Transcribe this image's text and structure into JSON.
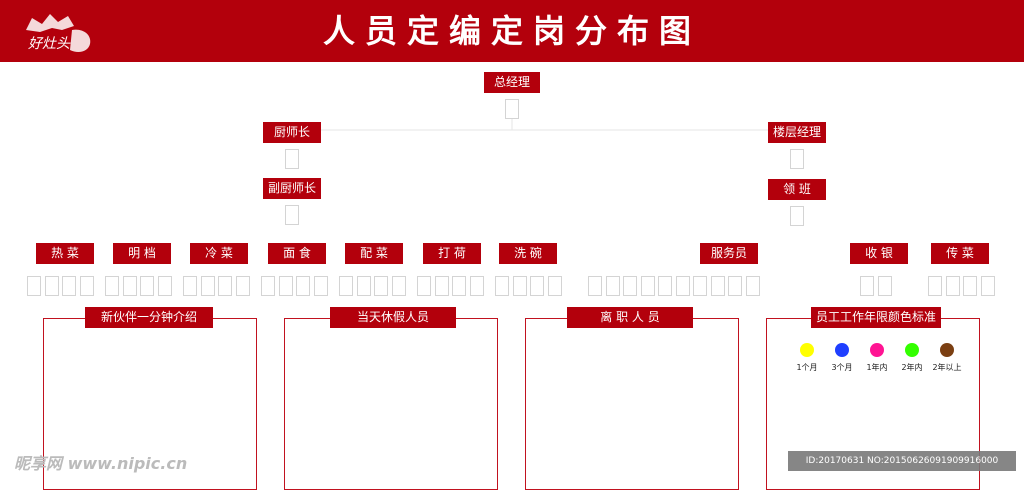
{
  "header": {
    "title": "人员定编定岗分布图",
    "logo_text": "好灶头"
  },
  "colors": {
    "primary": "#b3000c"
  },
  "top": {
    "general_manager": "总经理"
  },
  "kitchen": {
    "head_chef": "厨师长",
    "sous_chef": "副厨师长"
  },
  "front": {
    "floor_manager": "楼层经理",
    "team_leader": "领 班"
  },
  "stations": [
    "热 菜",
    "明 档",
    "冷 菜",
    "面 食",
    "配 菜",
    "打 荷",
    "洗 碗",
    "服务员",
    "收 银",
    "传 菜"
  ],
  "panels": [
    "新伙伴一分钟介绍",
    "当天休假人员",
    "离 职 人 员",
    "员工工作年限颜色标准"
  ],
  "legend": [
    {
      "label": "1个月",
      "color": "#ffff00"
    },
    {
      "label": "3个月",
      "color": "#1f3fff"
    },
    {
      "label": "1年内",
      "color": "#ff1493"
    },
    {
      "label": "2年内",
      "color": "#33ff00"
    },
    {
      "label": "2年以上",
      "color": "#7b3f12"
    }
  ],
  "watermark": {
    "text": "昵享网 www.nipic.cn",
    "id": "ID:20170631 NO:20150626091909916000"
  }
}
